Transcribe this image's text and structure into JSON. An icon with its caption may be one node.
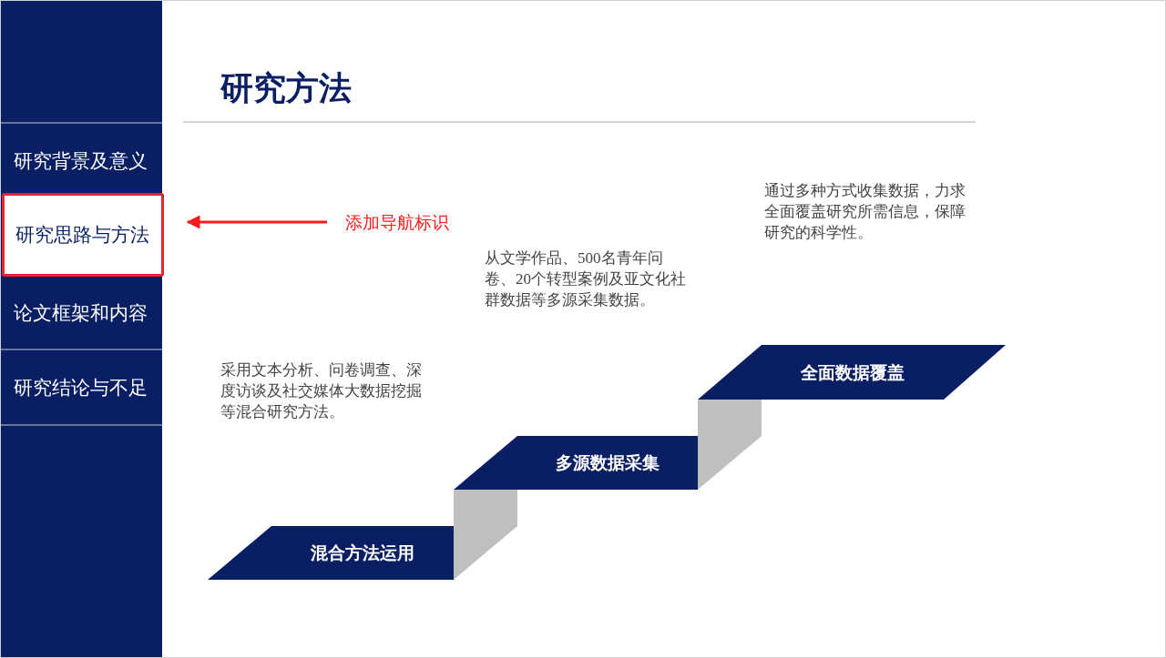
{
  "diagram": {
    "title": "研究方法",
    "nodes": [
      {
        "text": [
          "研究背景及意义"
        ]
      },
      {
        "text": [
          "研究思路与方法"
        ]
      },
      {
        "text": [
          "论文框架和内容"
        ]
      },
      {
        "text": [
          "研究结论与不足"
        ]
      },
      {
        "text": [
          "添加导航标识"
        ]
      },
      {
        "text": [
          "混合方法运用"
        ]
      },
      {
        "text": [
          "多源数据采集"
        ]
      },
      {
        "text": [
          "全面数据覆盖"
        ]
      },
      {
        "text": [],
        "shape": "box"
      },
      {
        "text": [],
        "shape": "box"
      }
    ],
    "edges": [
      {
        "from": 4,
        "to": 1,
        "arrow": "to",
        "color": "#ff1a1a"
      }
    ],
    "labels": [
      "通过多种方式收集数据，力求全面覆盖研究所需信息，保障研究的科学性。",
      "从文学作品、500名青年问卷、20个转型案例及亚文化社群数据等多源采集数据。",
      "采用文本分析、问卷调查、深度访谈及社交媒体大数据挖掘等混合研究方法。"
    ]
  }
}
